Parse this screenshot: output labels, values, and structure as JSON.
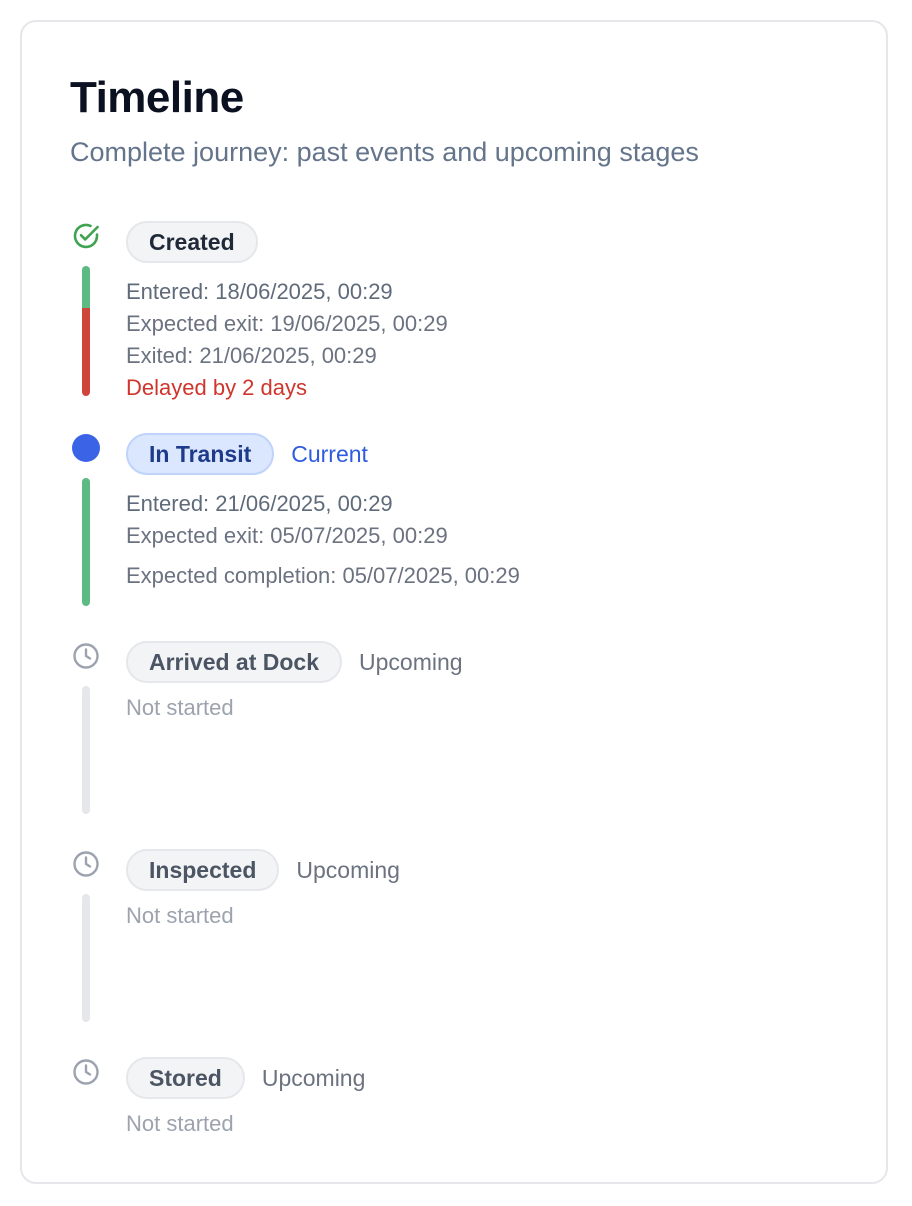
{
  "header": {
    "title": "Timeline",
    "subtitle": "Complete journey: past events and upcoming stages"
  },
  "colors": {
    "complete": "#3fa352",
    "on_time": "#5cba83",
    "delayed": "#d0453b",
    "current": "#3b63e6",
    "upcoming": "#9ca3af",
    "rail_upcoming": "#e5e7eb"
  },
  "stages": [
    {
      "label": "Created",
      "status": "completed",
      "icon": "check-circle-icon",
      "entered": "Entered: 18/06/2025, 00:29",
      "expected_exit": "Expected exit: 19/06/2025, 00:29",
      "exited": "Exited: 21/06/2025, 00:29",
      "delay": "Delayed by 2 days"
    },
    {
      "label": "In Transit",
      "status": "current",
      "tag": "Current",
      "icon": "current-dot-icon",
      "entered": "Entered: 21/06/2025, 00:29",
      "expected_exit": "Expected exit: 05/07/2025, 00:29",
      "expected_completion": "Expected completion: 05/07/2025, 00:29"
    },
    {
      "label": "Arrived at Dock",
      "status": "upcoming",
      "tag": "Upcoming",
      "icon": "clock-icon",
      "note": "Not started"
    },
    {
      "label": "Inspected",
      "status": "upcoming",
      "tag": "Upcoming",
      "icon": "clock-icon",
      "note": "Not started"
    },
    {
      "label": "Stored",
      "status": "upcoming",
      "tag": "Upcoming",
      "icon": "clock-icon",
      "note": "Not started"
    }
  ]
}
